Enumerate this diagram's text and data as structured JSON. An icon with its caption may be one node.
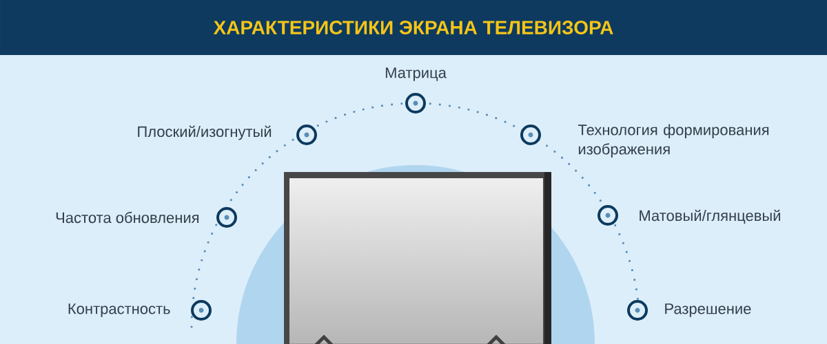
{
  "diagram": {
    "title": "ХАРАКТЕРИСТИКИ ЭКРАНА ТЕЛЕВИЗОРА",
    "labels": [
      "Матрица",
      "Плоский/изогнутый",
      "Технология формирования изображения",
      "Частота обновления",
      "Матовый/глянцевый",
      "Контрастность",
      "Разрешение"
    ]
  }
}
